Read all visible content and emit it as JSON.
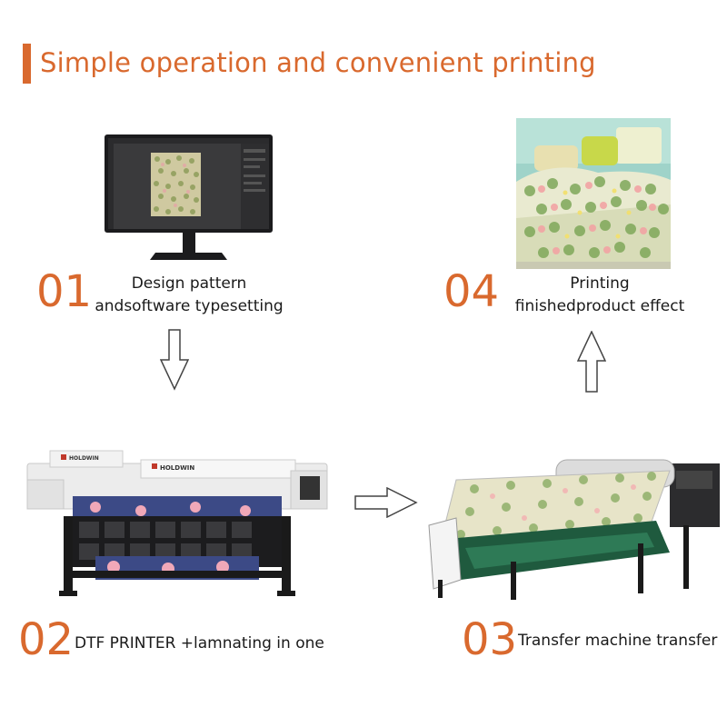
{
  "title": "Simple operation and convenient printing",
  "colors": {
    "accent": "#d9692e",
    "text": "#1a1a1a"
  },
  "steps": [
    {
      "num": "01",
      "line1": "Design pattern",
      "line2": "andsoftware typesetting",
      "illustration": "monitor-with-pattern-design"
    },
    {
      "num": "02",
      "line1": "DTF PRINTER +lamnating in one",
      "illustration": "large-format-printer"
    },
    {
      "num": "03",
      "line1": "Transfer machine transfer",
      "illustration": "heat-transfer-machine"
    },
    {
      "num": "04",
      "line1": "Printing",
      "line2": "finishedproduct effect",
      "illustration": "printed-bedding-photo"
    }
  ],
  "brand": "HOLDWIN",
  "arrows": [
    "down",
    "right",
    "up"
  ]
}
